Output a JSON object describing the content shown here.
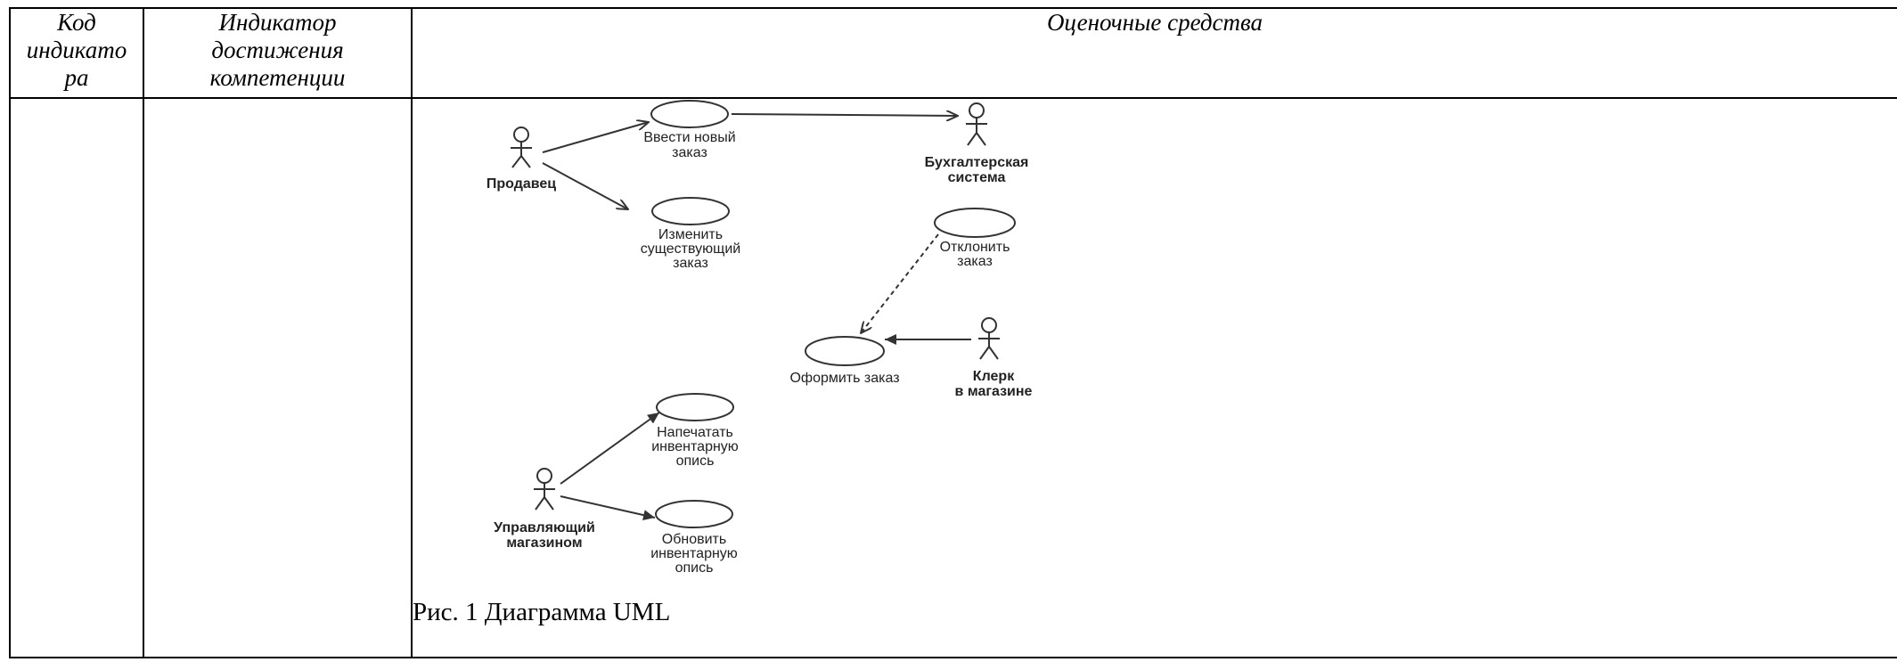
{
  "table": {
    "headers": {
      "code": [
        "Код",
        "индикато",
        "ра"
      ],
      "indicator": [
        "Индикатор",
        "достижения",
        "компетенции"
      ],
      "tools": "Оценочные средства"
    }
  },
  "diagram": {
    "actors": {
      "seller": "Продавец",
      "accounting": [
        "Бухгалтерская",
        "система"
      ],
      "clerk": [
        "Клерк",
        "в магазине"
      ],
      "manager": [
        "Управляющий",
        "магазином"
      ]
    },
    "use_cases": {
      "new_order": [
        "Ввести новый",
        "заказ"
      ],
      "change_order": [
        "Изменить",
        "существующий",
        "заказ"
      ],
      "reject_order": [
        "Отклонить",
        "заказ"
      ],
      "place_order": "Оформить заказ",
      "print_inventory": [
        "Напечатать",
        "инвентарную",
        "опись"
      ],
      "update_inventory": [
        "Обновить",
        "инвентарную",
        "опись"
      ]
    },
    "caption": "Рис. 1 Диаграмма UML"
  }
}
